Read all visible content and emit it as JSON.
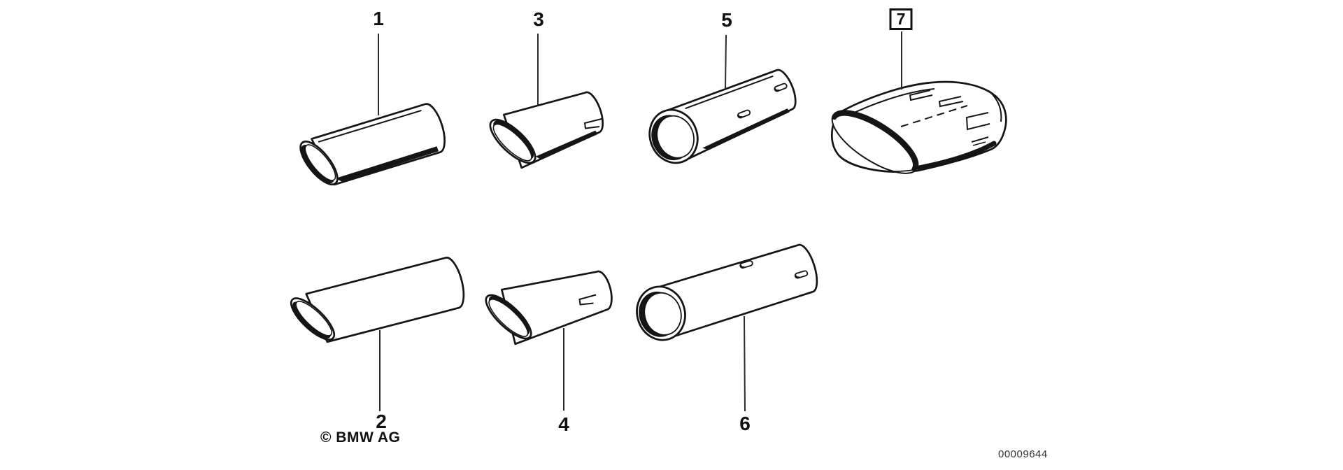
{
  "diagram": {
    "background": "#ffffff",
    "line_color": "#151515",
    "leader_color": "#2b2b2b",
    "callouts": [
      {
        "id": "1",
        "label": "1",
        "boxed": false
      },
      {
        "id": "2",
        "label": "2",
        "boxed": false
      },
      {
        "id": "3",
        "label": "3",
        "boxed": false
      },
      {
        "id": "4",
        "label": "4",
        "boxed": false
      },
      {
        "id": "5",
        "label": "5",
        "boxed": false
      },
      {
        "id": "6",
        "label": "6",
        "boxed": false
      },
      {
        "id": "7",
        "label": "7",
        "boxed": true
      }
    ],
    "copyright": "© BMW AG",
    "drawing_number": "00009644"
  }
}
